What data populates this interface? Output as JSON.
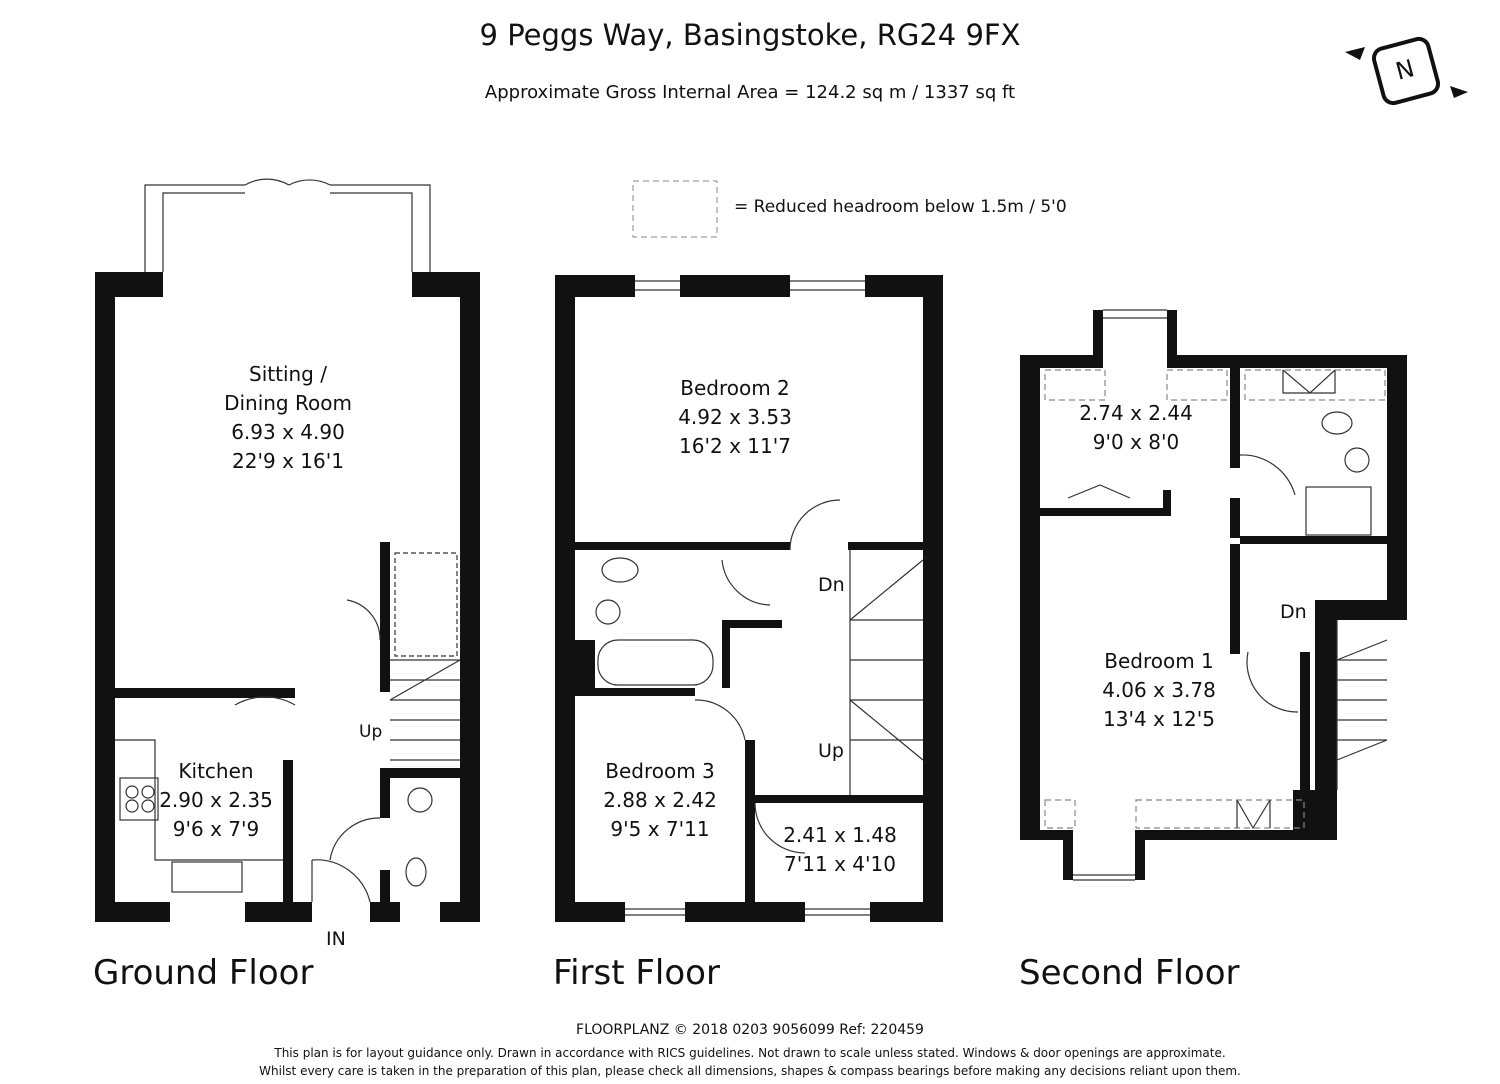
{
  "header": {
    "title": "9 Peggs Way, Basingstoke, RG24 9FX",
    "area": "Approximate Gross Internal Area = 124.2 sq m / 1337 sq ft",
    "legend": "= Reduced headroom below 1.5m / 5'0",
    "compass": "N"
  },
  "floors": {
    "ground": {
      "name": "Ground Floor",
      "sitting": {
        "name1": "Sitting /",
        "name2": "Dining Room",
        "metric": "6.93 x 4.90",
        "imperial": "22'9 x 16'1"
      },
      "kitchen": {
        "name": "Kitchen",
        "metric": "2.90 x 2.35",
        "imperial": "9'6 x 7'9"
      },
      "up": "Up",
      "entrance": "IN"
    },
    "first": {
      "name": "First Floor",
      "bedroom2": {
        "name": "Bedroom 2",
        "metric": "4.92 x 3.53",
        "imperial": "16'2 x 11'7"
      },
      "bedroom3": {
        "name": "Bedroom 3",
        "metric": "2.88 x 2.42",
        "imperial": "9'5 x 7'11"
      },
      "study": {
        "metric": "2.41 x 1.48",
        "imperial": "7'11 x 4'10"
      },
      "dn": "Dn",
      "up": "Up"
    },
    "second": {
      "name": "Second Floor",
      "dressing": {
        "metric": "2.74 x 2.44",
        "imperial": "9'0 x 8'0"
      },
      "bedroom1": {
        "name": "Bedroom 1",
        "metric": "4.06 x 3.78",
        "imperial": "13'4 x 12'5"
      },
      "dn": "Dn"
    }
  },
  "footer": {
    "credit": "FLOORPLANZ © 2018    0203 9056099    Ref: 220459",
    "disclaimer1": "This plan is for layout guidance only. Drawn in accordance with RICS guidelines. Not drawn to scale unless stated. Windows & door openings are approximate.",
    "disclaimer2": "Whilst every care is taken in the preparation of this plan, please check all dimensions, shapes & compass bearings before making any decisions reliant upon them."
  }
}
